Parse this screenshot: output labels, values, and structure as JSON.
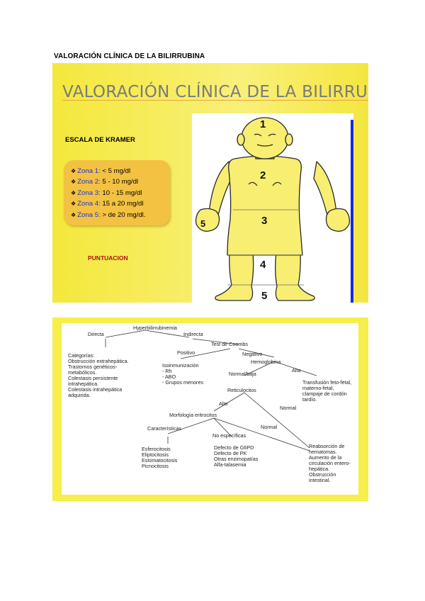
{
  "page": {
    "title": "VALORACIÓN CLÍNICA DE  LA BILIRRUBINA"
  },
  "slide1": {
    "title": "VALORACIÓN CLÍNICA DE LA BILIRRUBINA",
    "scale_label": "ESCALA DE KRAMER",
    "zones": [
      {
        "name": "Zona 1:",
        "value": " < 5  mg/dl"
      },
      {
        "name": "Zona 2:",
        "value": " 5 - 10 mg/dl"
      },
      {
        "name": "Zona 3:",
        "value": " 10 - 15 mg/dl"
      },
      {
        "name": "Zona 4:",
        "value": " 15 a 20 mg/dl"
      },
      {
        "name": "Zona 5:",
        "value": " > de 20 mg/dl."
      }
    ],
    "score_label": "PUNTUACION",
    "figure_numbers": [
      "1",
      "2",
      "3",
      "4",
      "5",
      "5"
    ]
  },
  "slide2": {
    "hyper": "Hyperbilirrubinemia",
    "directa": "Directa",
    "indirecta": "Indirecta",
    "coombs": "Test de Coombs",
    "positivo": "Positivo",
    "negativo": "Negativo",
    "categorias": "Categorías:\nObstrucción extrahepática.\nTrastornos genéticos-\nmetabólicos.\nColestasis persistente\nintrahepática.\nColestasis intrahepática\nadquirida.",
    "isoinmunizacion": "Isoinmunización\n- Rh\n- ABO\n- Grupos menores",
    "hemoglobina": "Hemoglobina",
    "normal_baja": "Normal/baja",
    "alta": "Alta",
    "transfusion": "Transfusión feto-fetal,\nmaterno-fetal,\nclampaje de cordón\ntardío.",
    "reticulocitos": "Reticulocitos",
    "alto": "Alto",
    "normal1": "Normal",
    "morfologia": "Morfología eritrocitos",
    "caracteristicas": "Características",
    "no_especificas": "No específicas",
    "normal2": "Normal",
    "esferocitosis": "Esferocitosis\nEliptocitosis\nEstomatocitosis\nPicnocitosis",
    "defectos": "Defecto de G6PD\nDefecto de PK\nOtras enzimopatías\nAlfa-talasemia",
    "reabsorcion": "Reabsorción de\nhematomas.\nAumento de la\ncirculación entero-\nhepática.\nObstrucción\nintestinal."
  },
  "colors": {
    "slide_yellow": "#f4e83c",
    "zone_box": "#f3c242",
    "zone_name_blue": "#1d35c9",
    "score_red": "#b01010",
    "title_gray": "#7a7a7a",
    "blue_bar": "#1a2ad8"
  }
}
